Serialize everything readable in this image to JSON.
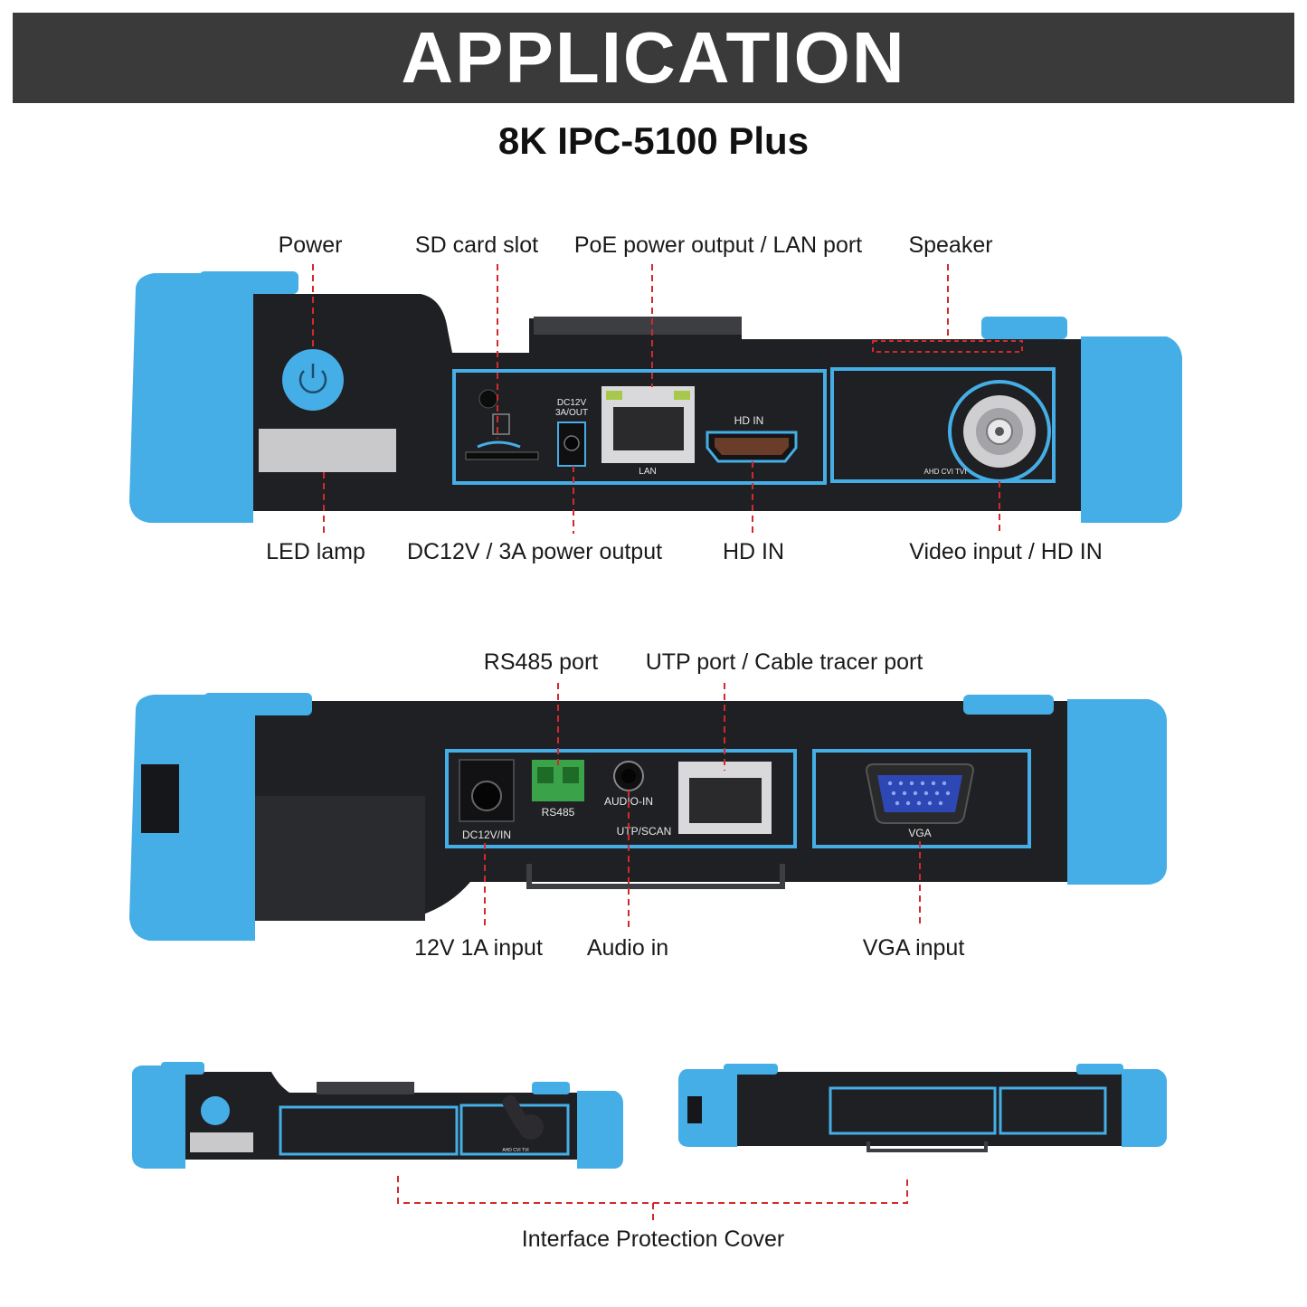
{
  "header": {
    "title": "APPLICATION",
    "subtitle": "8K IPC-5100 Plus"
  },
  "colors": {
    "banner": "#3a3a3a",
    "rubber": "#45aee6",
    "body": "#1f2023",
    "leader": "#d4292b"
  },
  "top_view": {
    "labels_above": [
      "Power",
      "SD card slot",
      "PoE power output / LAN port",
      "Speaker"
    ],
    "labels_below": [
      "LED lamp",
      "DC12V / 3A power output",
      "HD IN",
      "Video input / HD IN"
    ],
    "port_text": {
      "dc": "DC12V",
      "dc2": "3A/OUT",
      "lan": "LAN",
      "hdin": "HD IN",
      "bnc": "AHD CVI TVI"
    }
  },
  "bottom_view": {
    "labels_above": [
      "RS485 port",
      "UTP port / Cable tracer port"
    ],
    "labels_below": [
      "12V 1A input",
      "Audio in",
      "VGA input"
    ],
    "port_text": {
      "dcin": "DC12V/IN",
      "rs485": "RS485",
      "audio": "AUDIO-IN",
      "utp": "UTP/SCAN",
      "vga": "VGA"
    }
  },
  "covers": {
    "label": "Interface Protection Cover",
    "small_text": "AHD CVI TVI"
  }
}
